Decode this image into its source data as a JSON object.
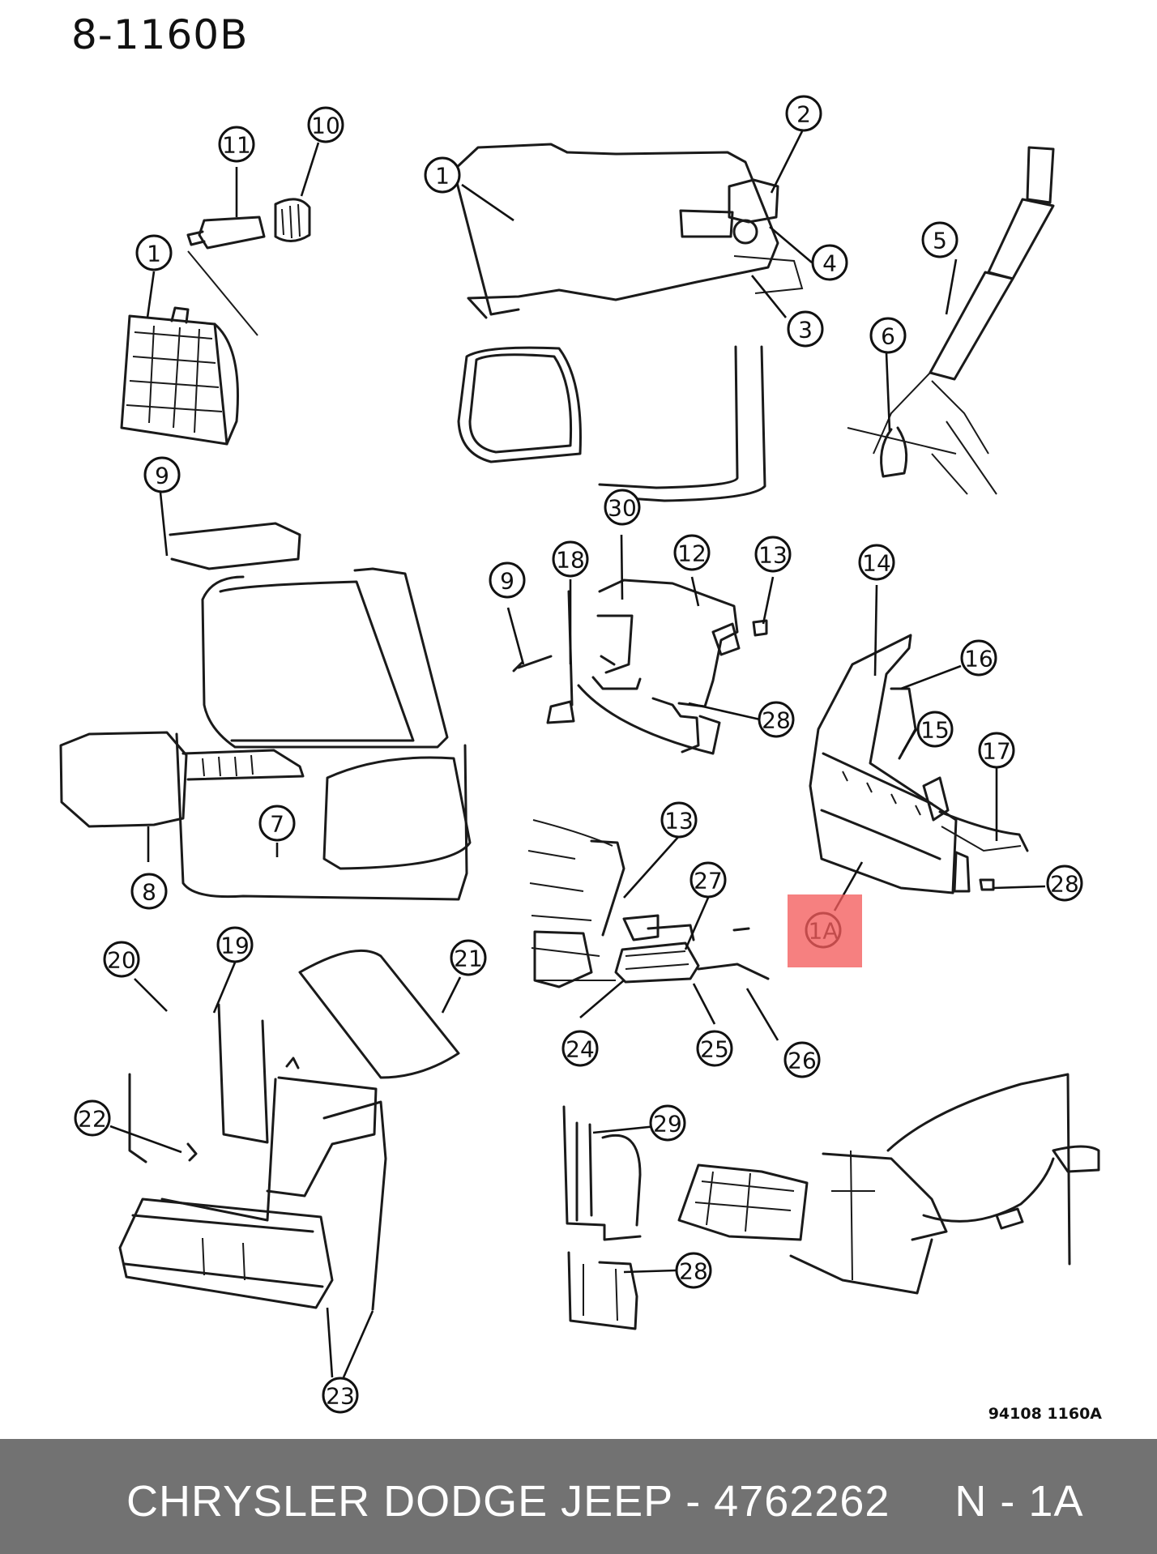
{
  "diagram": {
    "title": "8-1160B",
    "ref_code": "94108  1160A",
    "highlight_color": "#f45c5c",
    "callouts": [
      {
        "label": "11"
      },
      {
        "label": "10"
      },
      {
        "label": "1"
      },
      {
        "label": "1"
      },
      {
        "label": "2"
      },
      {
        "label": "4"
      },
      {
        "label": "3"
      },
      {
        "label": "5"
      },
      {
        "label": "6"
      },
      {
        "label": "9"
      },
      {
        "label": "30"
      },
      {
        "label": "9"
      },
      {
        "label": "18"
      },
      {
        "label": "12"
      },
      {
        "label": "13"
      },
      {
        "label": "14"
      },
      {
        "label": "16"
      },
      {
        "label": "28"
      },
      {
        "label": "15"
      },
      {
        "label": "17"
      },
      {
        "label": "7"
      },
      {
        "label": "8"
      },
      {
        "label": "13"
      },
      {
        "label": "27"
      },
      {
        "label": "28"
      },
      {
        "label": "1A"
      },
      {
        "label": "20"
      },
      {
        "label": "19"
      },
      {
        "label": "21"
      },
      {
        "label": "24"
      },
      {
        "label": "25"
      },
      {
        "label": "26"
      },
      {
        "label": "22"
      },
      {
        "label": "29"
      },
      {
        "label": "28"
      },
      {
        "label": "23"
      }
    ]
  },
  "footer": {
    "text": "CHRYSLER DODGE JEEP - 4762262     N - 1A",
    "background": "#727272"
  }
}
